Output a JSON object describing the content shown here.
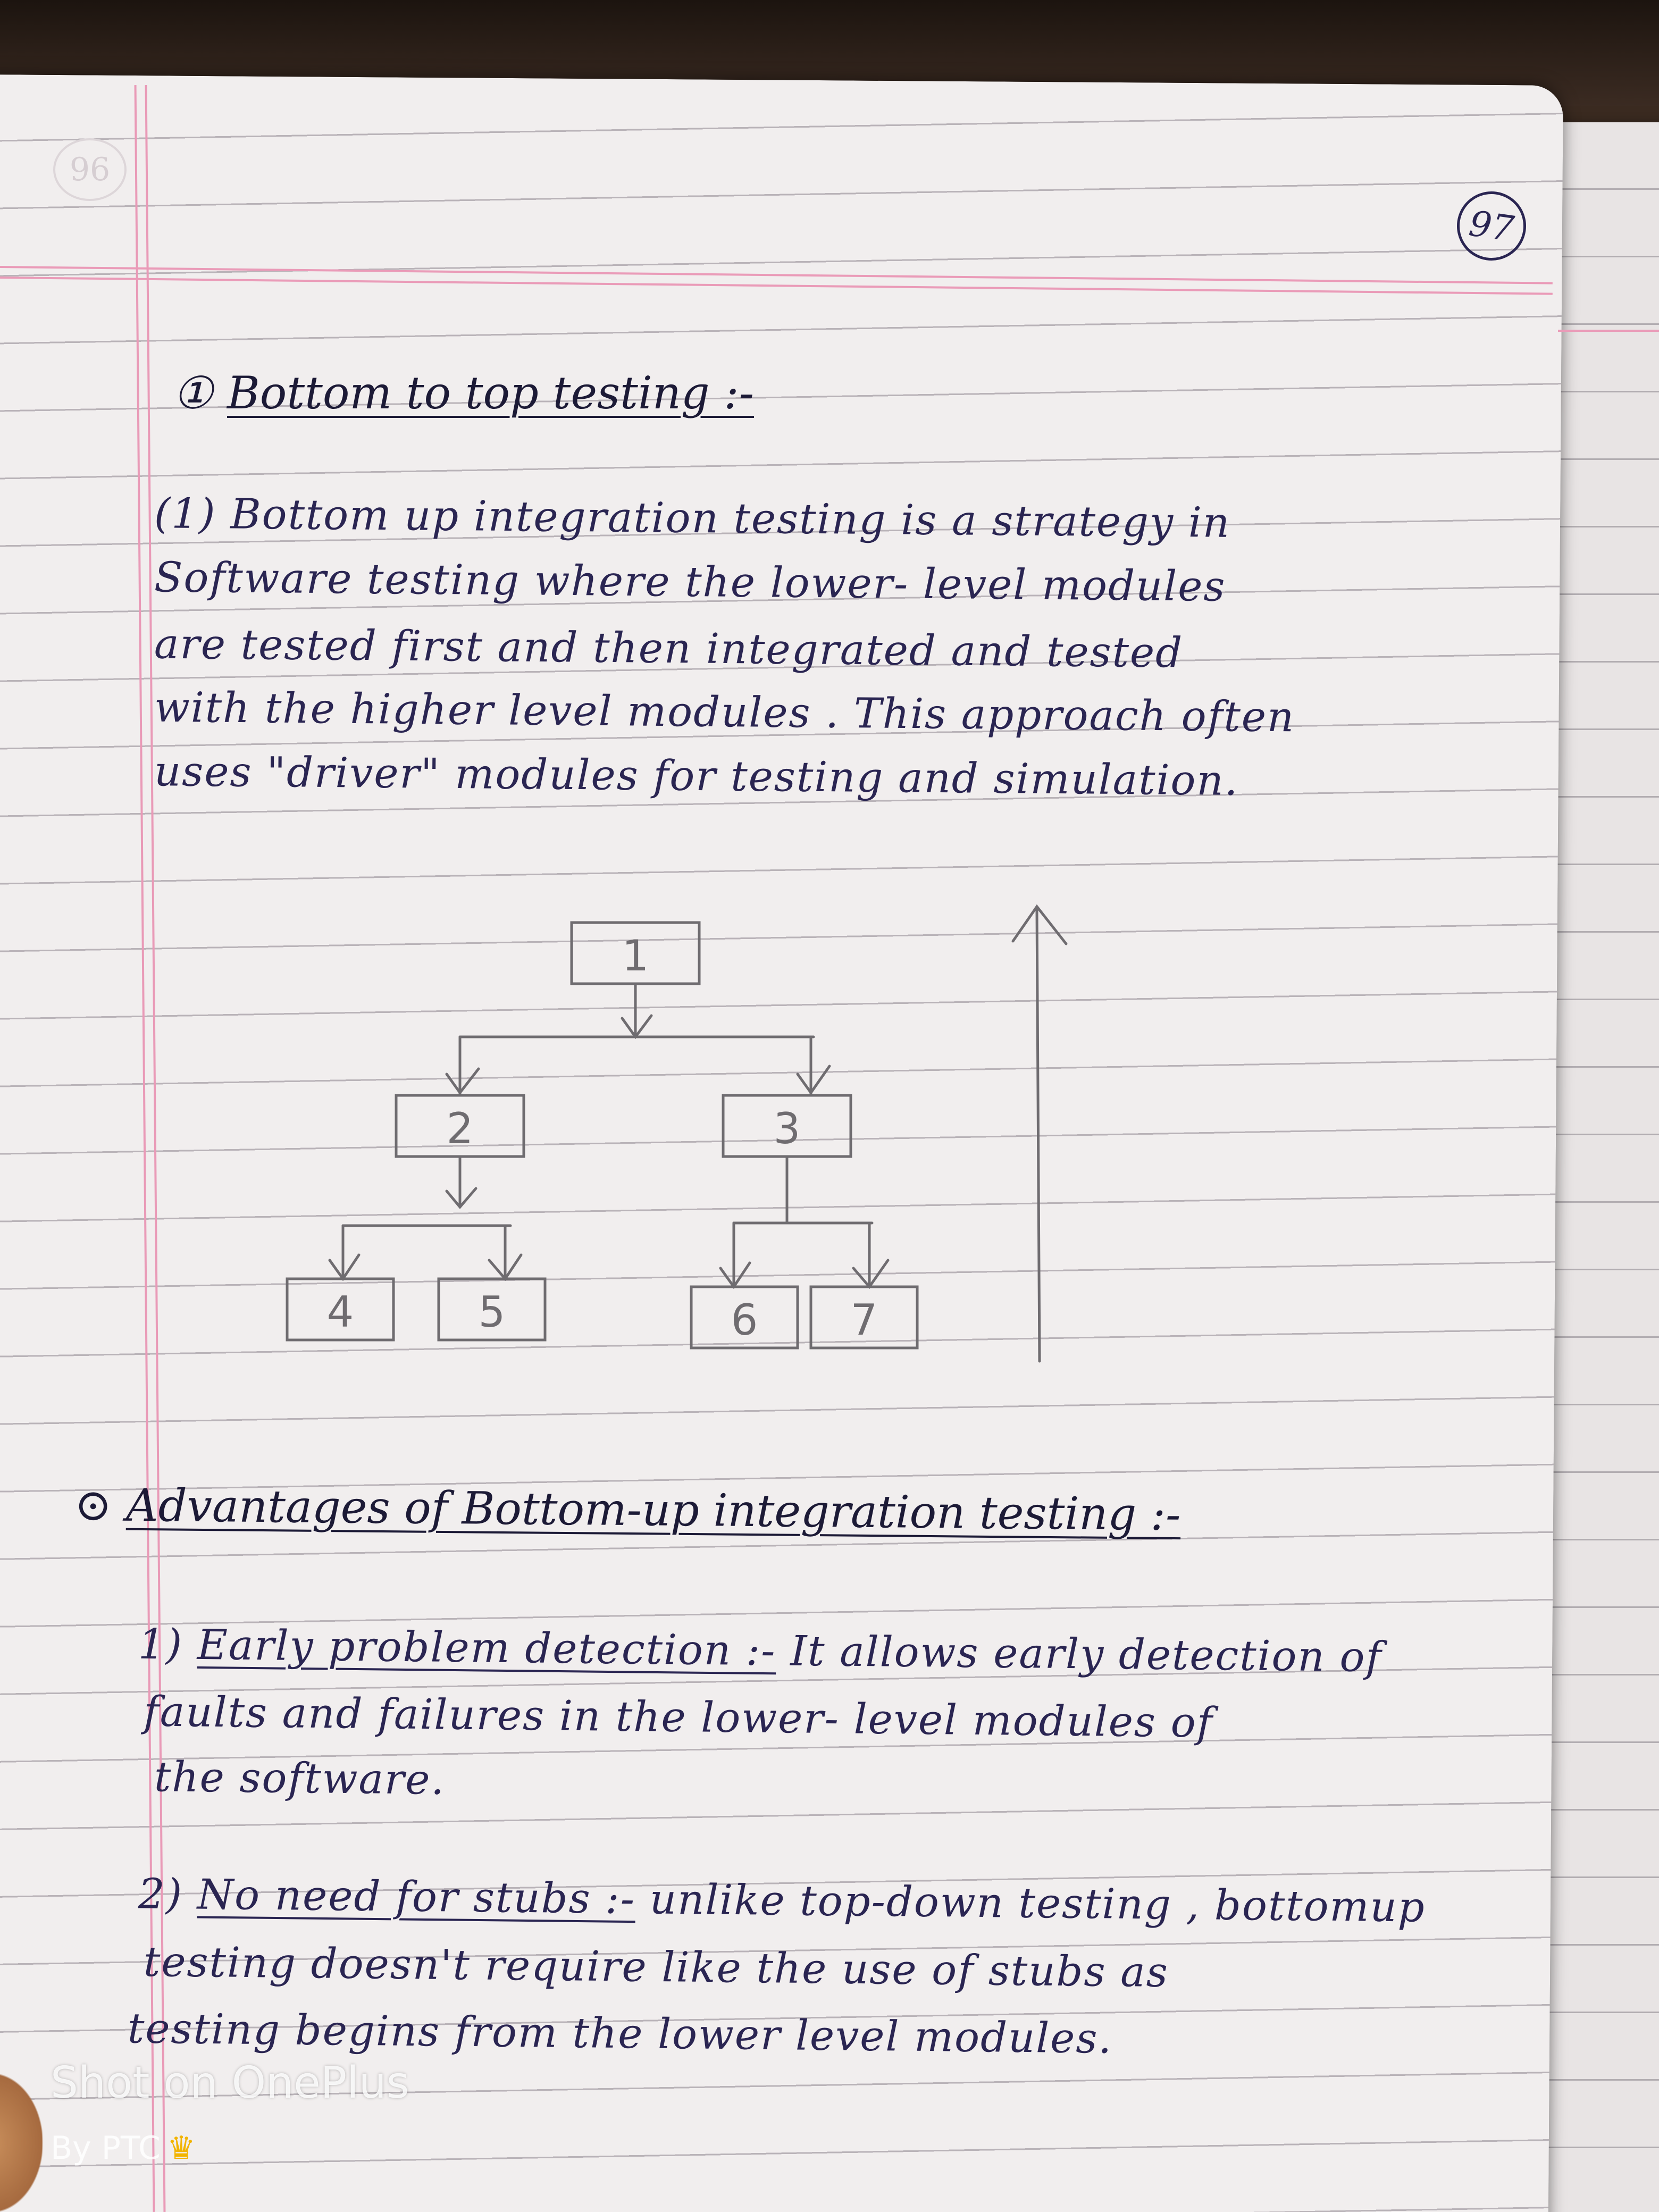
{
  "page_number": "97",
  "faded_page_number": "96",
  "section_heading": {
    "number": "①",
    "text": "Bottom to top testing :-"
  },
  "definition": {
    "lines": [
      "(1) Bottom up integration testing is a strategy in",
      "Software testing where the lower- level modules",
      "are tested first and then integrated and tested",
      "with the higher level modules . This approach often",
      "uses \"driver\" modules for testing and simulation."
    ]
  },
  "diagram": {
    "nodes": [
      "1",
      "2",
      "3",
      "4",
      "5",
      "6",
      "7"
    ]
  },
  "advantages_heading": {
    "bullet": "⊙",
    "text": "Advantages of Bottom-up integration testing :-"
  },
  "advantages": [
    {
      "number": "1)",
      "title": "Early problem detection :-",
      "lines": [
        "It allows early detection of",
        "faults and failures in the lower- level modules of",
        "the software."
      ]
    },
    {
      "number": "2)",
      "title": "No need for stubs :-",
      "lines": [
        "unlike top-down testing , bottomup",
        "testing doesn't require like the use of stubs as",
        "testing begins from the lower level modules."
      ]
    }
  ],
  "watermark": {
    "line1": "Shot on OnePlus",
    "line2": "By PTC",
    "icon": "crown-icon"
  }
}
